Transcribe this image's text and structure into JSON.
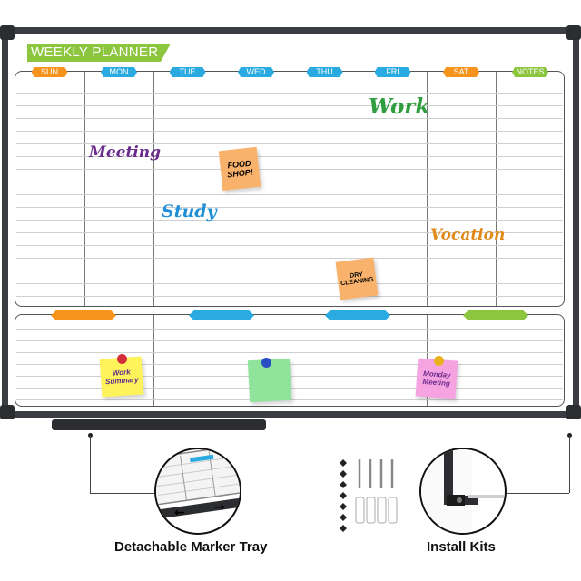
{
  "planner": {
    "title": "WEEKLY PLANNER",
    "days": [
      {
        "label": "SUN",
        "color": "#f7941d"
      },
      {
        "label": "MON",
        "color": "#29abe2"
      },
      {
        "label": "TUE",
        "color": "#29abe2"
      },
      {
        "label": "WED",
        "color": "#29abe2"
      },
      {
        "label": "THU",
        "color": "#29abe2"
      },
      {
        "label": "FRI",
        "color": "#29abe2"
      },
      {
        "label": "SAT",
        "color": "#f7941d"
      },
      {
        "label": "NOTES",
        "color": "#8cc63f"
      }
    ],
    "bottom_tabs": [
      "#f7941d",
      "#29abe2",
      "#29abe2",
      "#8cc63f"
    ],
    "handwriting": {
      "meeting": {
        "text": "Meeting",
        "color": "#6a2c8c"
      },
      "study": {
        "text": "Study",
        "color": "#1f8fd6"
      },
      "work": {
        "text": "Work",
        "color": "#2e9e3e"
      },
      "vocation": {
        "text": "Vocation",
        "color": "#e08a1a"
      }
    },
    "sticky_notes": {
      "food_shop": {
        "text": "FOOD SHOP!",
        "color": "#f9b26b"
      },
      "dry_cleaning": {
        "text": "DRY CLEANING",
        "color": "#f9b26b"
      },
      "work_summary": {
        "text": "Work Summary",
        "color": "#fff35c",
        "text_color": "#5a2d8c"
      },
      "blank_green": {
        "text": "",
        "color": "#8fe39a"
      },
      "monday_meeting": {
        "text": "Monday Meeting",
        "color": "#f5a3e1",
        "text_color": "#6a2c8c"
      }
    },
    "pins": {
      "red": "#d62d3a",
      "blue": "#2a4fc2",
      "gold": "#e9b21a"
    }
  },
  "callouts": {
    "tray": "Detachable Marker Tray",
    "kits": "Install Kits"
  },
  "icons": [
    "left-arrow-icon",
    "right-arrow-icon",
    "screw-icon",
    "anchor-icon",
    "magnet-icon"
  ]
}
